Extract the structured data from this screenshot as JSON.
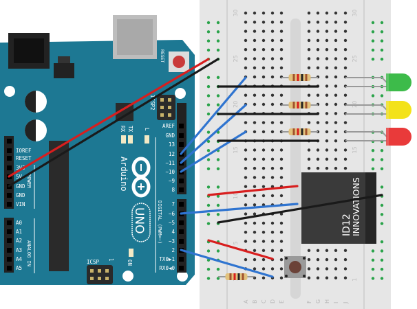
{
  "arduino": {
    "brand": "Arduino",
    "model": "UNO",
    "reset_label": "RESET",
    "icsp_label": "ICSP",
    "icsp2_label": "ICSP2",
    "icsp_pin1": "1",
    "led_labels": {
      "rx": "RX",
      "tx": "TX",
      "l": "L",
      "on": "ON"
    },
    "digital_label": "DIGITAL (PWM=~)",
    "power_label": "POWER",
    "analog_label": "ANALOG IN",
    "digital_pins": [
      "AREF",
      "GND",
      "13",
      "12",
      "~11",
      "~10",
      "~9",
      "8",
      "7",
      "~6",
      "~5",
      "4",
      "~3",
      "2",
      "TX0▶1",
      "RX0◀0"
    ],
    "power_pins": [
      "IOREF",
      "RESET",
      "3V3",
      "5V",
      "GND",
      "GND",
      "VIN"
    ],
    "analog_pins": [
      "A0",
      "A1",
      "A2",
      "A3",
      "A4",
      "A5"
    ]
  },
  "breadboard": {
    "row_numbers": [
      "30",
      "25",
      "20",
      "15",
      "10",
      "5",
      "1"
    ],
    "column_letters": [
      "A",
      "B",
      "C",
      "D",
      "E",
      "F",
      "G",
      "H",
      "I",
      "J"
    ]
  },
  "rfid_module": {
    "line1": "ID12",
    "line2": "INNOVATIONS"
  },
  "leds": [
    {
      "color": "#3dbb4a"
    },
    {
      "color": "#f3e21a"
    },
    {
      "color": "#e93a3a"
    }
  ],
  "colors": {
    "board": "#1d7893",
    "wire_red": "#d81e1e",
    "wire_black": "#1a1a1a",
    "wire_blue": "#2f74d0",
    "breadboard": "#e6e6e6"
  }
}
